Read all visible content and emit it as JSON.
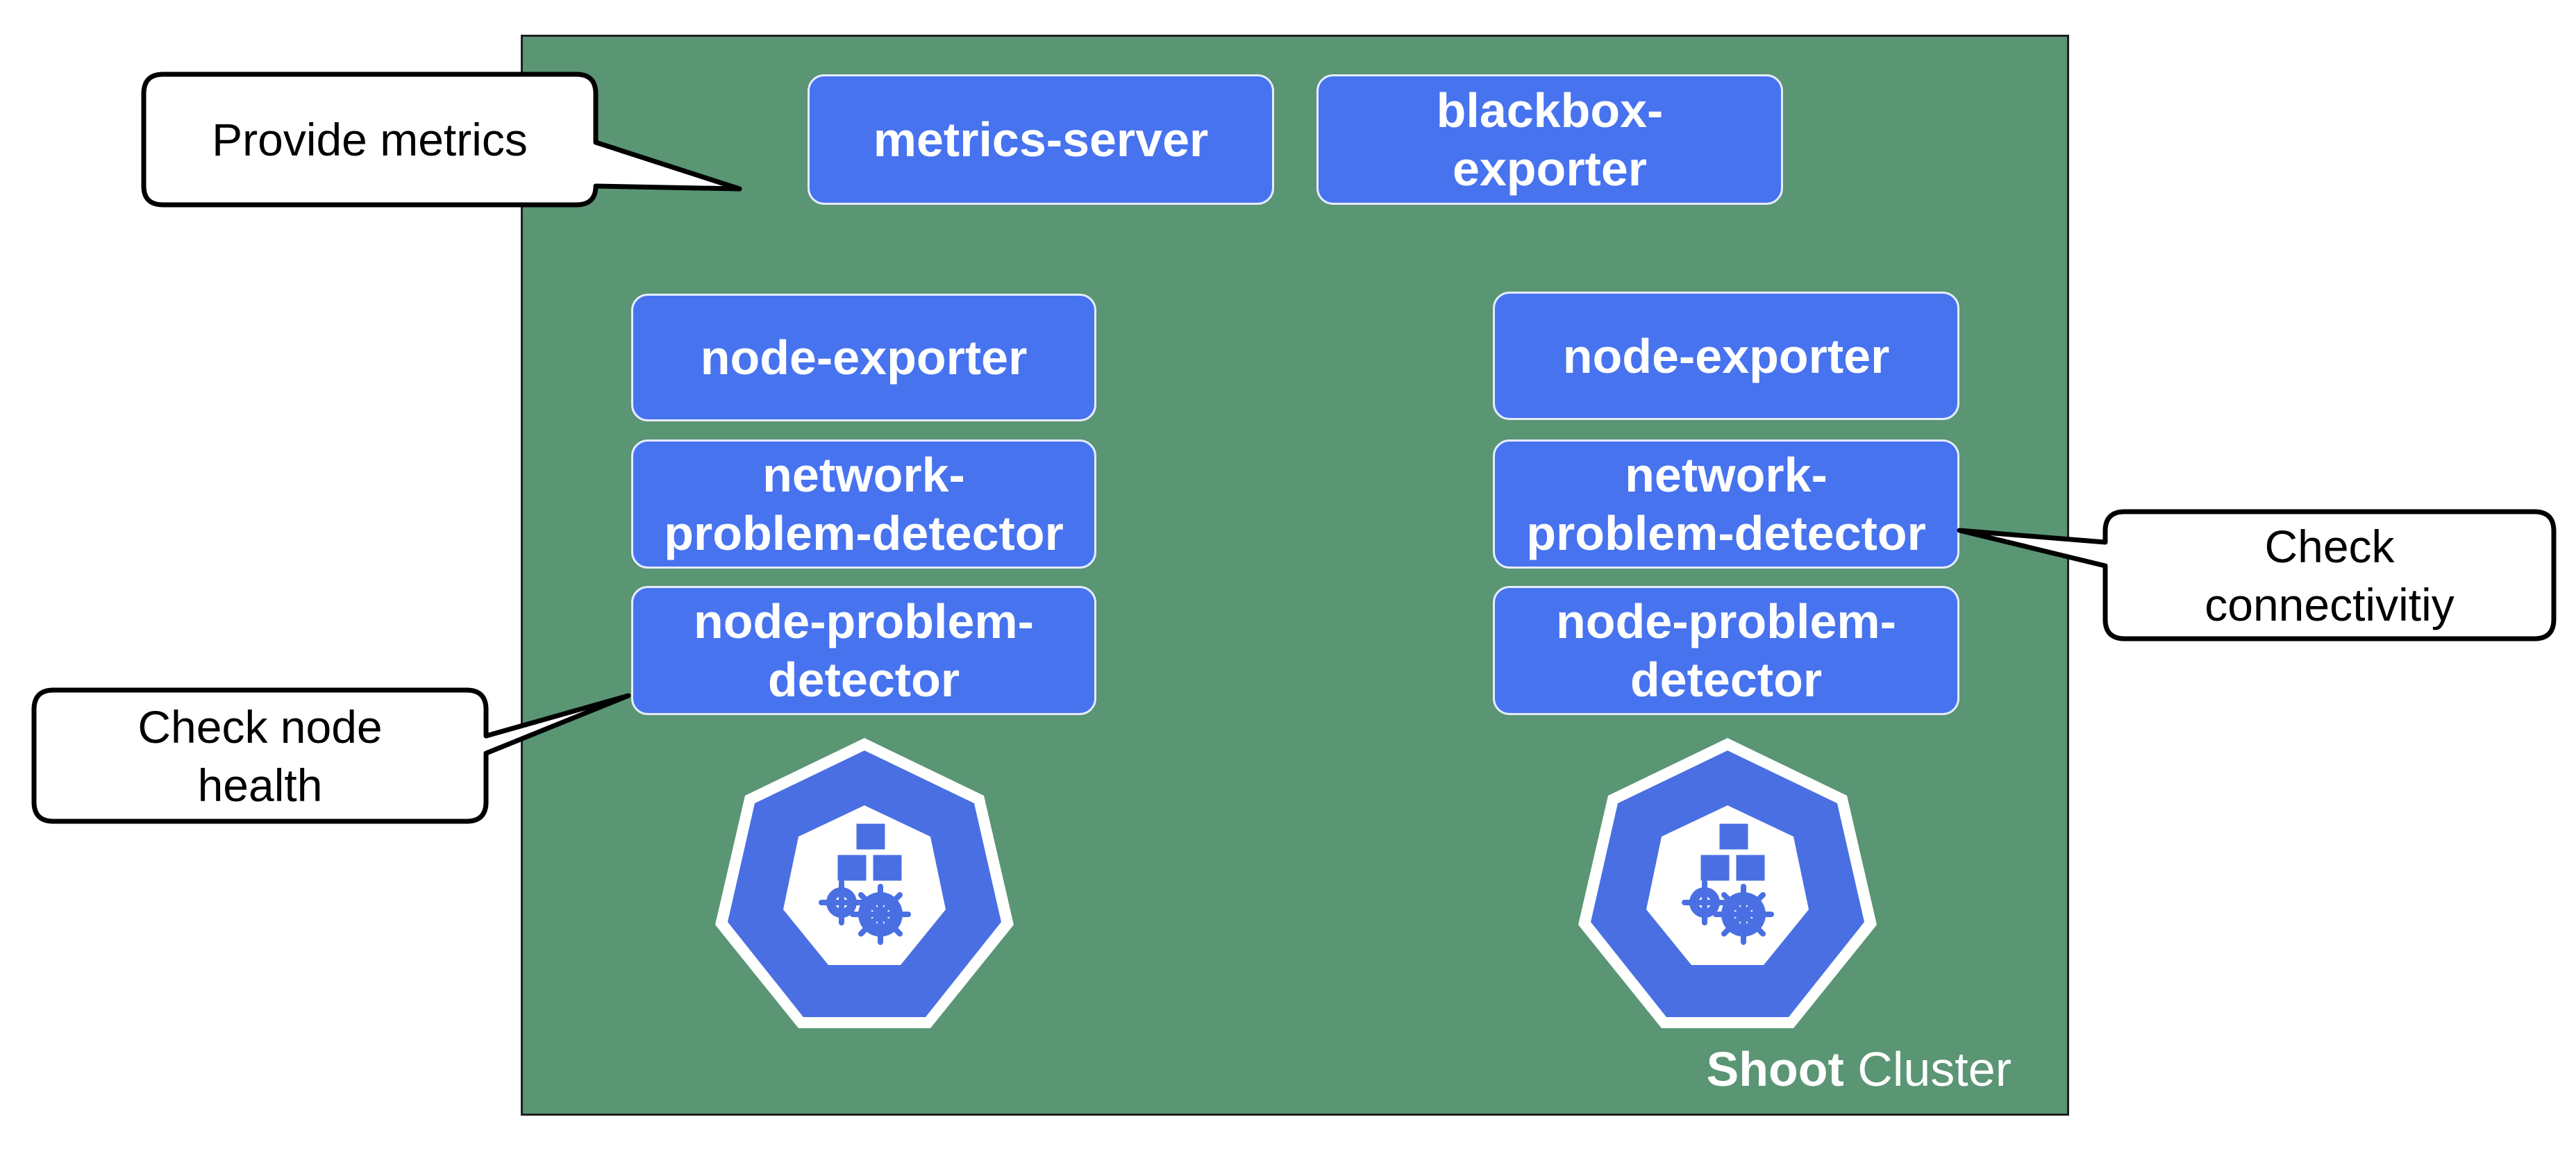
{
  "cluster": {
    "label_bold": "Shoot",
    "label_rest": " Cluster",
    "fill": "#5a9574"
  },
  "pods": {
    "metrics_server": "metrics-server",
    "blackbox_exporter": "blackbox-\nexporter",
    "left_node": {
      "node_exporter": "node-exporter",
      "network_problem_detector": "network-\nproblem-detector",
      "node_problem_detector": "node-problem-\ndetector"
    },
    "right_node": {
      "node_exporter": "node-exporter",
      "network_problem_detector": "network-\nproblem-detector",
      "node_problem_detector": "node-problem-\ndetector"
    },
    "fill": "#4773ef"
  },
  "callouts": {
    "provide_metrics": "Provide metrics",
    "check_node_health": "Check node\nhealth",
    "check_connectivity": "Check\nconnectivitiy"
  },
  "icons": {
    "node_icon": "kubernetes-node-icon"
  }
}
